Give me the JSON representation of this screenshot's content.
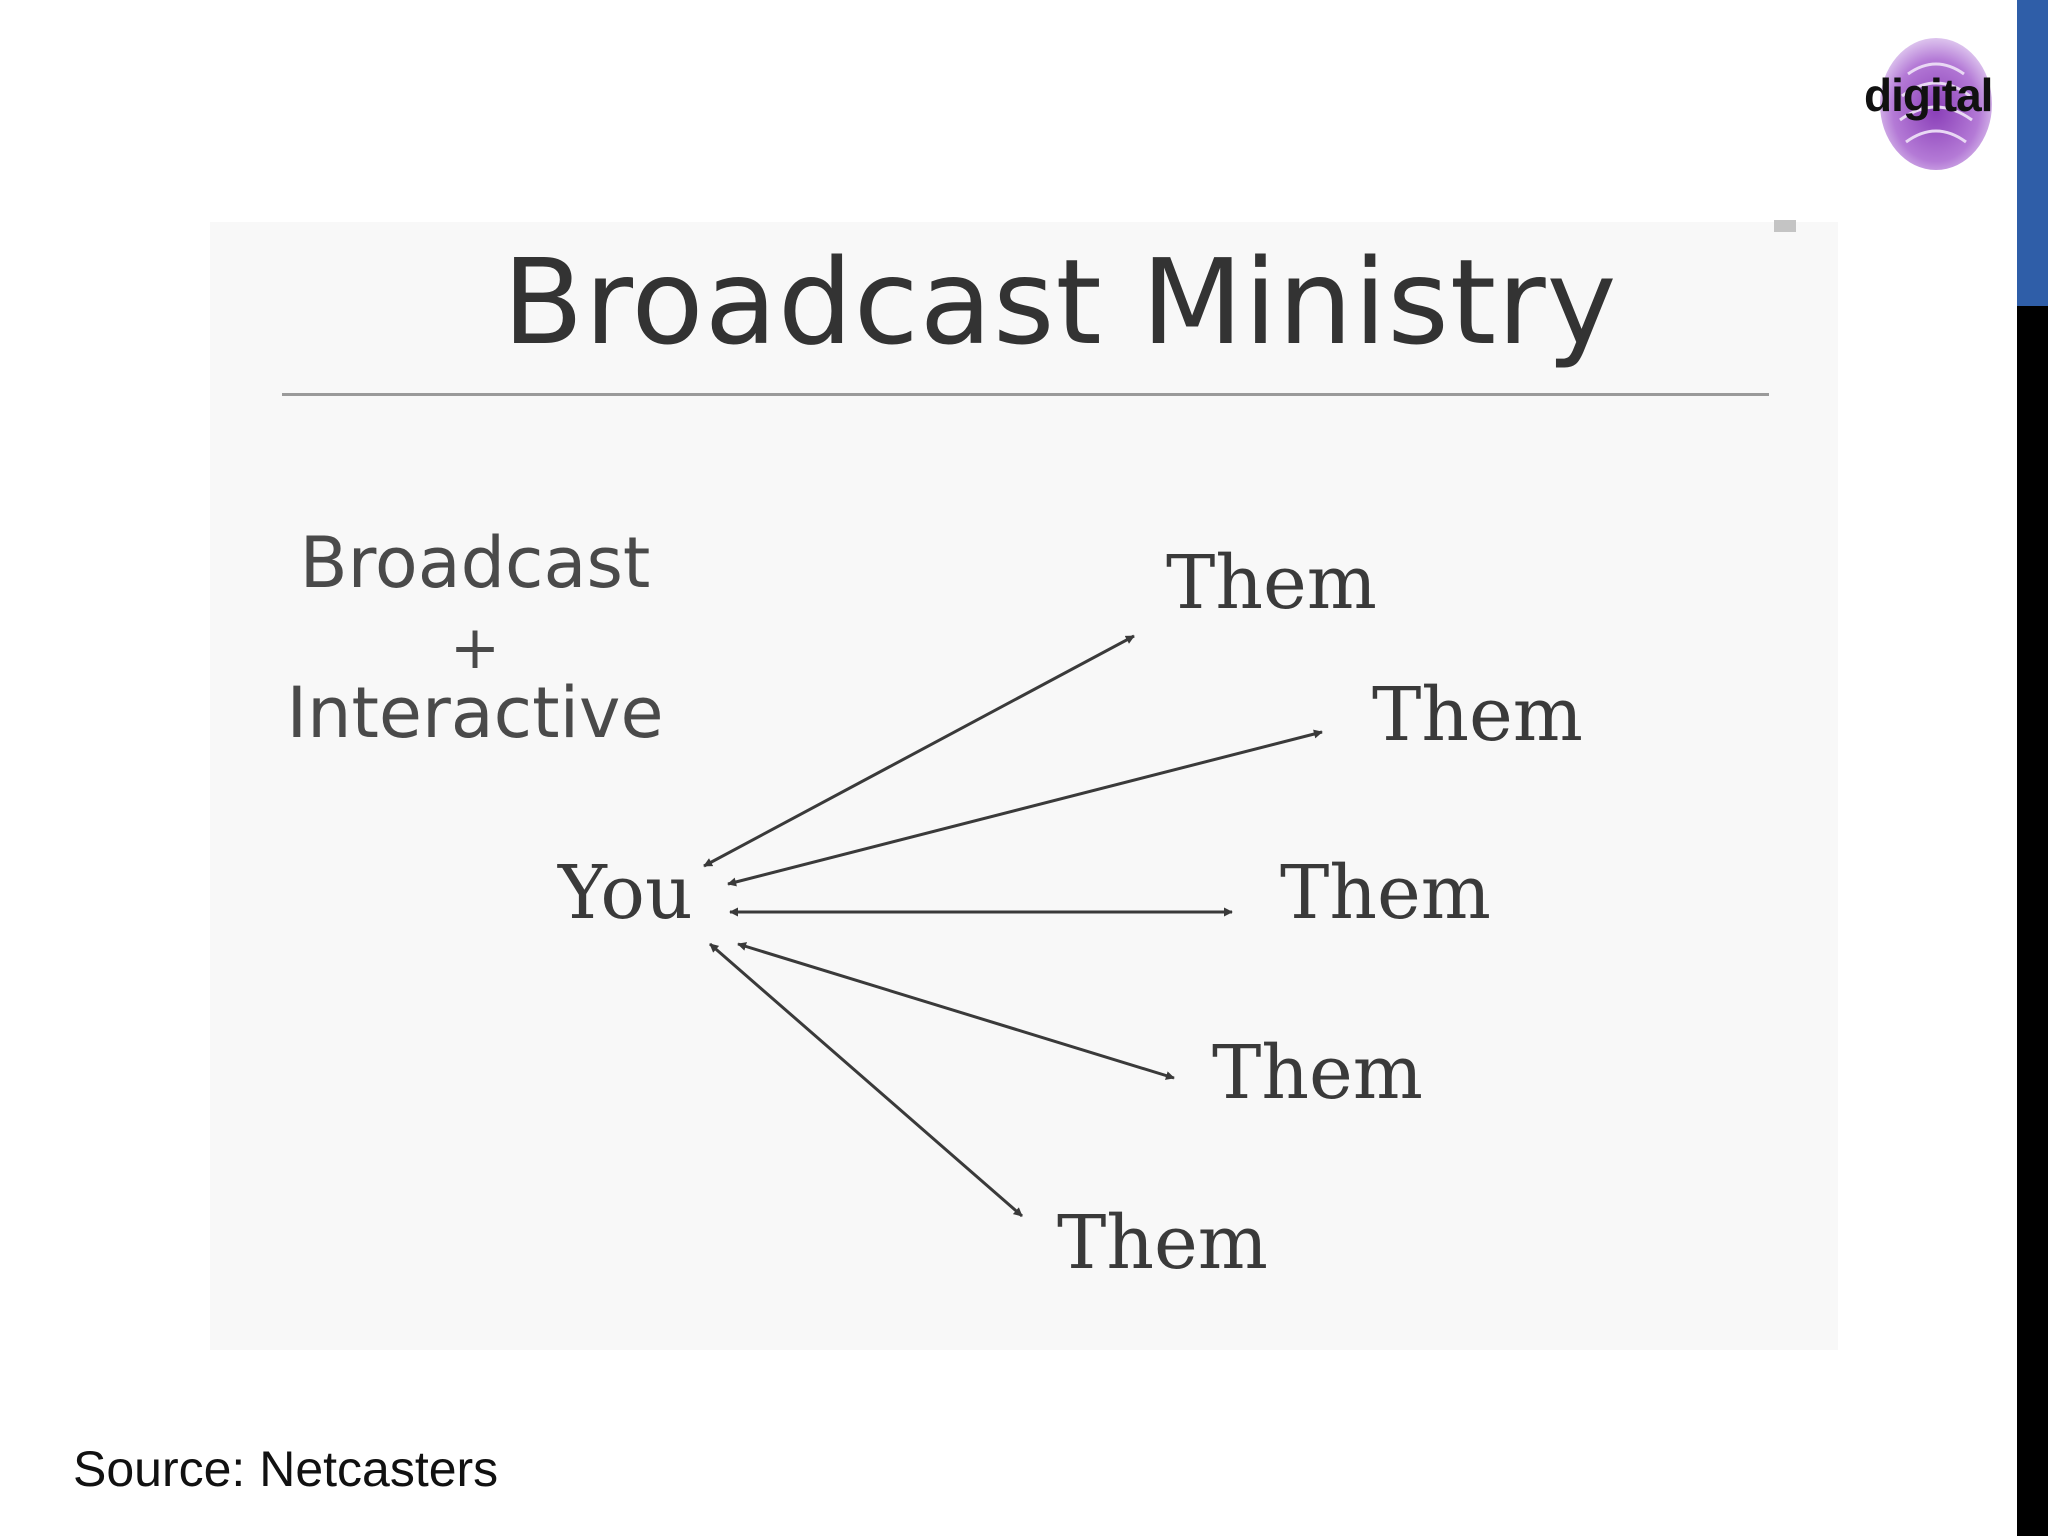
{
  "logo": {
    "text": "digital",
    "icon": "fingerprint-blot-icon",
    "color": "#9b4fc2"
  },
  "diagram": {
    "title": "Broadcast Ministry",
    "mode_label": {
      "line1": "Broadcast",
      "line2": "+",
      "line3": "Interactive"
    },
    "center_node": "You",
    "outer_nodes": [
      "Them",
      "Them",
      "Them",
      "Them",
      "Them"
    ],
    "edges": [
      {
        "from": "You",
        "to": "Them 1",
        "direction": "both"
      },
      {
        "from": "You",
        "to": "Them 2",
        "direction": "both"
      },
      {
        "from": "You",
        "to": "Them 3",
        "direction": "both"
      },
      {
        "from": "You",
        "to": "Them 4",
        "direction": "both"
      },
      {
        "from": "You",
        "to": "Them 5",
        "direction": "both"
      }
    ]
  },
  "footer": {
    "source": "Source: Netcasters"
  },
  "colors": {
    "side_bar": "#000000",
    "side_accent": "#2f5ea8",
    "panel_background": "#f8f8f8",
    "arrow": "#3a3a3a"
  }
}
